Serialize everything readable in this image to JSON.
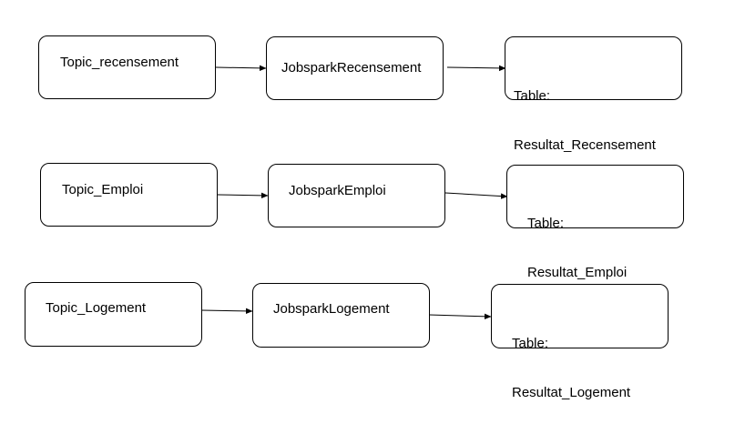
{
  "colors": {
    "stroke": "#000000",
    "background": "#ffffff",
    "text": "#000000"
  },
  "rows": [
    {
      "topic": "Topic_recensement",
      "job": "JobsparkRecensement",
      "table_line1": "Table:",
      "table_line2": "Resultat_Recensement"
    },
    {
      "topic": "Topic_Emploi",
      "job": "JobsparkEmploi",
      "table_line1": "Table:",
      "table_line2": "Resultat_Emploi"
    },
    {
      "topic": "Topic_Logement",
      "job": "JobsparkLogement",
      "table_line1": "Table:",
      "table_line2": "Resultat_Logement"
    }
  ]
}
